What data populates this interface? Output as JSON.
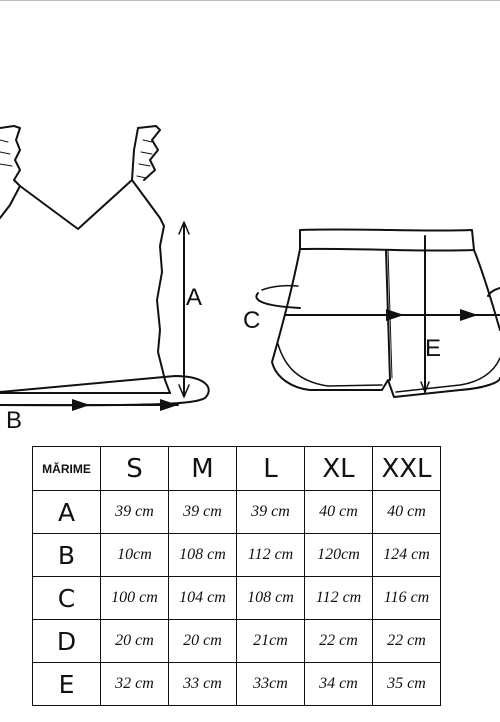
{
  "diagram_labels": {
    "a": "A",
    "b": "B",
    "c": "C",
    "e": "E"
  },
  "size_table": {
    "corner_header": "MĂRIME",
    "sizes": [
      "S",
      "M",
      "L",
      "XL",
      "XXL"
    ],
    "rows": [
      {
        "label": "A",
        "values": [
          "39 cm",
          "39 cm",
          "39 cm",
          "40 cm",
          "40 cm"
        ]
      },
      {
        "label": "B",
        "values": [
          "10cm",
          "108 cm",
          "112 cm",
          "120cm",
          "124 cm"
        ]
      },
      {
        "label": "C",
        "values": [
          "100 cm",
          "104 cm",
          "108 cm",
          "112 cm",
          "116 cm"
        ]
      },
      {
        "label": "D",
        "values": [
          "20 cm",
          "20 cm",
          "21cm",
          "22 cm",
          "22 cm"
        ]
      },
      {
        "label": "E",
        "values": [
          "32 cm",
          "33 cm",
          "33cm",
          "34 cm",
          "35 cm"
        ]
      }
    ]
  }
}
